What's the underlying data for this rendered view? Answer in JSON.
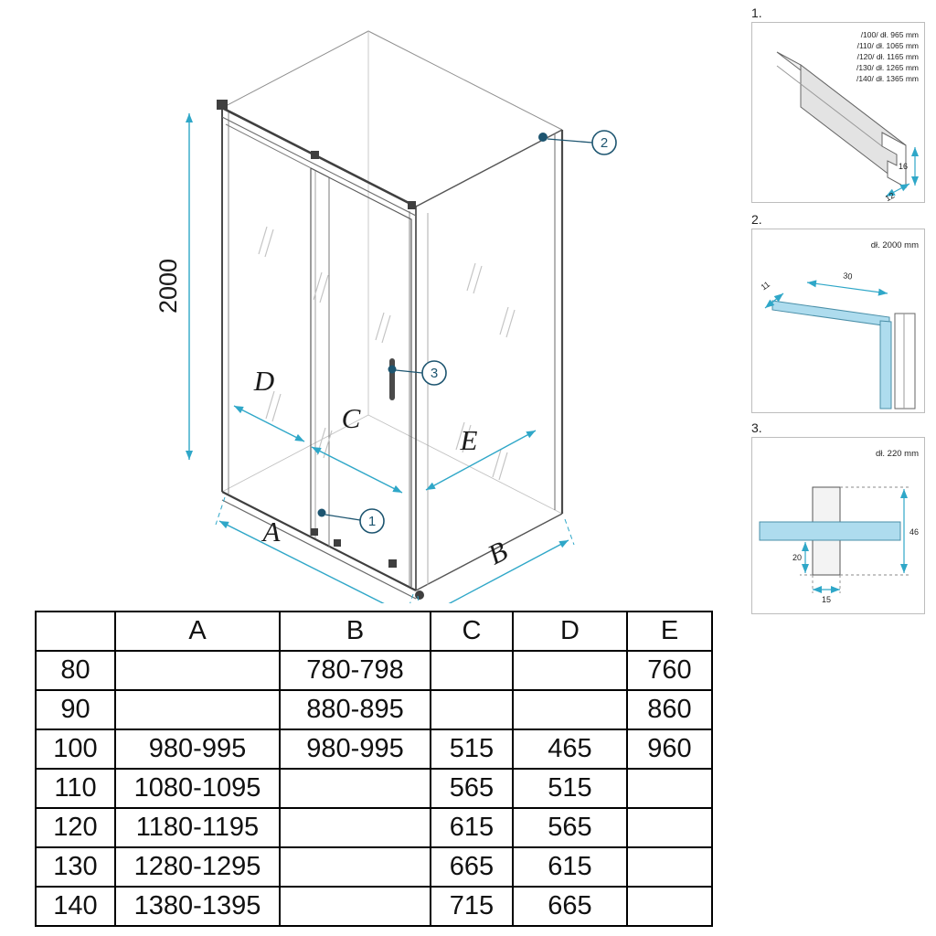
{
  "drawing": {
    "height_dim": "2000",
    "dim_a": "A",
    "dim_b": "B",
    "dim_c": "C",
    "dim_d": "D",
    "dim_e": "E",
    "callout_1": "1",
    "callout_2": "2",
    "callout_3": "3"
  },
  "details": [
    {
      "label": "1.",
      "lengths": [
        "/100/ dł. 965 mm",
        "/110/ dł. 1065 mm",
        "/120/ dł. 1165 mm",
        "/130/ dł. 1265 mm",
        "/140/ dł. 1365 mm"
      ],
      "dim_height": "16",
      "dim_depth": "12"
    },
    {
      "label": "2.",
      "length": "dł. 2000 mm",
      "dim_depth": "11",
      "dim_width": "30"
    },
    {
      "label": "3.",
      "length": "dł. 220 mm",
      "dim_height": "46",
      "dim_lower": "20",
      "dim_width": "15"
    }
  ],
  "table": {
    "headers": [
      "",
      "A",
      "B",
      "C",
      "D",
      "E"
    ],
    "rows": [
      [
        "80",
        "",
        "780-798",
        "",
        "",
        "760"
      ],
      [
        "90",
        "",
        "880-895",
        "",
        "",
        "860"
      ],
      [
        "100",
        "980-995",
        "980-995",
        "515",
        "465",
        "960"
      ],
      [
        "110",
        "1080-1095",
        "",
        "565",
        "515",
        ""
      ],
      [
        "120",
        "1180-1195",
        "",
        "615",
        "565",
        ""
      ],
      [
        "130",
        "1280-1295",
        "",
        "665",
        "615",
        ""
      ],
      [
        "140",
        "1380-1395",
        "",
        "715",
        "665",
        ""
      ]
    ]
  },
  "colors": {
    "dimension_accent": "#2fa7c8",
    "callout_navy": "#1d5570",
    "glass_blue": "#aedcee",
    "line_dark": "#4a4a4a"
  }
}
